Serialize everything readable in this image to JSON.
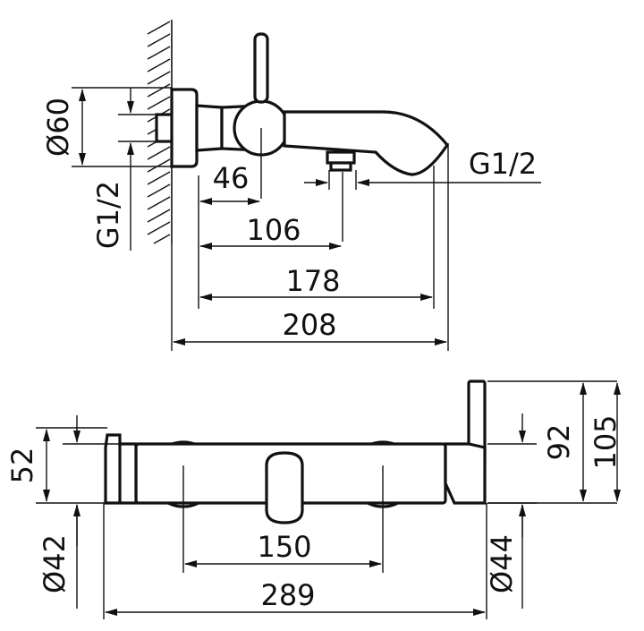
{
  "colors": {
    "line": "#111111",
    "background": "#ffffff"
  },
  "labels": {
    "dia60": "Ø60",
    "g12_left": "G1/2",
    "g12_right": "G1/2",
    "d46": "46",
    "d106": "106",
    "d178": "178",
    "d208": "208",
    "d52": "52",
    "dia42": "Ø42",
    "d150": "150",
    "d289": "289",
    "d92": "92",
    "d105": "105",
    "dia44": "Ø44"
  }
}
